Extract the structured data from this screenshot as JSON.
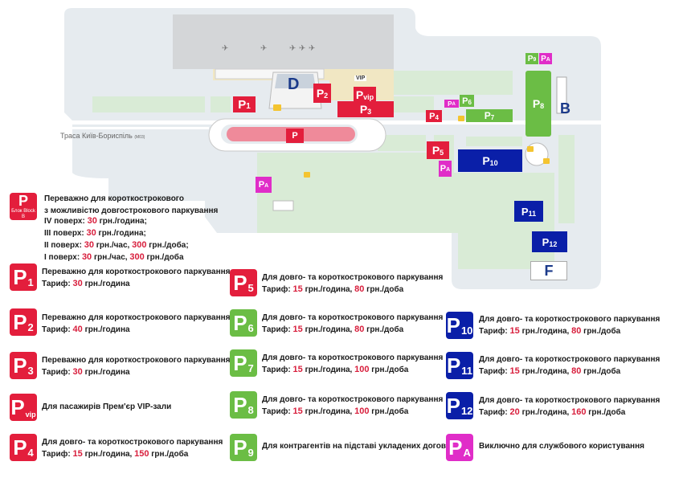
{
  "map": {
    "terminal_letter": "D",
    "building_b": "B",
    "building_f": "F",
    "road_label": "Траса Київ-Бориспіль",
    "road_code": "(М03)",
    "vip_small": "VIP",
    "lots": {
      "p1": {
        "letter": "P",
        "sub": "1"
      },
      "p2": {
        "letter": "P",
        "sub": "2"
      },
      "p3": {
        "letter": "P",
        "sub": "3"
      },
      "pvip": {
        "letter": "P",
        "sub": "vip"
      },
      "p4": {
        "letter": "P",
        "sub": "4"
      },
      "p5": {
        "letter": "P",
        "sub": "5"
      },
      "p6": {
        "letter": "P",
        "sub": "6"
      },
      "p7": {
        "letter": "P",
        "sub": "7"
      },
      "p8": {
        "letter": "P",
        "sub": "8"
      },
      "p9": {
        "letter": "P",
        "sub": "9"
      },
      "p10": {
        "letter": "P",
        "sub": "10"
      },
      "p11": {
        "letter": "P",
        "sub": "11"
      },
      "p12": {
        "letter": "P",
        "sub": "12"
      },
      "pa": {
        "letter": "P",
        "sub": "A"
      }
    }
  },
  "colors": {
    "red": "#e31e3c",
    "green": "#6bbd45",
    "blue": "#0a1fa8",
    "magenta": "#e02dc8",
    "grass": "#d9ebd6",
    "ground": "#e6ebef",
    "terminal_gray": "#d4d6d8",
    "apron_sand": "#f1e7c3"
  },
  "legend": {
    "parking_b": {
      "icon_letter": "P",
      "icon_caption": "Блок Block B",
      "line1": "Переважно для короткострокового",
      "line2": "з можливістю довгострокового паркування",
      "rows": [
        {
          "label": "IV поверх:",
          "v1": "30",
          "u1": "грн./година;",
          "v2": "",
          "u2": ""
        },
        {
          "label": "III поверх:",
          "v1": "30",
          "u1": "грн./година;",
          "v2": "",
          "u2": ""
        },
        {
          "label": "II поверх:",
          "v1": "30",
          "u1": "грн./час,",
          "v2": "300",
          "u2": "грн./доба;"
        },
        {
          "label": "I поверх:",
          "v1": "30",
          "u1": "грн./час,",
          "v2": "300",
          "u2": "грн./доба"
        }
      ]
    },
    "items": [
      {
        "key": "p1",
        "badge": "P",
        "sub": "1",
        "color": "red",
        "line1": "Переважно для короткострокового паркування",
        "tariff": "Тариф:",
        "v1": "30",
        "u1": "грн./година",
        "v2": "",
        "u2": ""
      },
      {
        "key": "p2",
        "badge": "P",
        "sub": "2",
        "color": "red",
        "line1": "Переважно для короткострокового паркування",
        "tariff": "Тариф:",
        "v1": "40",
        "u1": "грн./година",
        "v2": "",
        "u2": ""
      },
      {
        "key": "p3",
        "badge": "P",
        "sub": "3",
        "color": "red",
        "line1": "Переважно для короткострокового паркування",
        "tariff": "Тариф:",
        "v1": "30",
        "u1": "грн./година",
        "v2": "",
        "u2": ""
      },
      {
        "key": "pvip",
        "badge": "P",
        "sub": "vip",
        "color": "red",
        "line1": "Для пасажирів Прем'єр VIP-зали",
        "tariff": "",
        "v1": "",
        "u1": "",
        "v2": "",
        "u2": ""
      },
      {
        "key": "p4",
        "badge": "P",
        "sub": "4",
        "color": "red",
        "line1": "Для довго- та короткострокового паркування",
        "tariff": "Тариф:",
        "v1": "15",
        "u1": "грн./година,",
        "v2": "150",
        "u2": "грн./доба"
      },
      {
        "key": "p5",
        "badge": "P",
        "sub": "5",
        "color": "red",
        "line1": "Для довго- та короткострокового паркування",
        "tariff": "Тариф:",
        "v1": "15",
        "u1": "грн./година,",
        "v2": "80",
        "u2": "грн./доба"
      },
      {
        "key": "p6",
        "badge": "P",
        "sub": "6",
        "color": "green",
        "line1": "Для довго- та короткострокового паркування",
        "tariff": "Тариф:",
        "v1": "15",
        "u1": "грн./година,",
        "v2": "80",
        "u2": "грн./доба"
      },
      {
        "key": "p7",
        "badge": "P",
        "sub": "7",
        "color": "green",
        "line1": "Для довго- та короткострокового паркування",
        "tariff": "Тариф:",
        "v1": "15",
        "u1": "грн./година,",
        "v2": "100",
        "u2": "грн./доба"
      },
      {
        "key": "p8",
        "badge": "P",
        "sub": "8",
        "color": "green",
        "line1": "Для довго- та короткострокового паркування",
        "tariff": "Тариф:",
        "v1": "15",
        "u1": "грн./година,",
        "v2": "100",
        "u2": "грн./доба"
      },
      {
        "key": "p9",
        "badge": "P",
        "sub": "9",
        "color": "green",
        "line1": "Для контрагентів на підставі укладених договорів",
        "tariff": "",
        "v1": "",
        "u1": "",
        "v2": "",
        "u2": ""
      },
      {
        "key": "p10",
        "badge": "P",
        "sub": "10",
        "color": "blue",
        "line1": "Для довго- та короткострокового паркування",
        "tariff": "Тариф:",
        "v1": "15",
        "u1": "грн./година,",
        "v2": "80",
        "u2": "грн./доба"
      },
      {
        "key": "p11",
        "badge": "P",
        "sub": "11",
        "color": "blue",
        "line1": "Для довго- та короткострокового паркування",
        "tariff": "Тариф:",
        "v1": "15",
        "u1": "грн./година,",
        "v2": "80",
        "u2": "грн./доба"
      },
      {
        "key": "p12",
        "badge": "P",
        "sub": "12",
        "color": "blue",
        "line1": "Для довго- та короткострокового паркування",
        "tariff": "Тариф:",
        "v1": "20",
        "u1": "грн./година,",
        "v2": "160",
        "u2": "грн./доба"
      },
      {
        "key": "pa",
        "badge": "P",
        "sub": "A",
        "color": "magenta",
        "line1": "Виключно для службового користування",
        "tariff": "",
        "v1": "",
        "u1": "",
        "v2": "",
        "u2": ""
      }
    ]
  }
}
